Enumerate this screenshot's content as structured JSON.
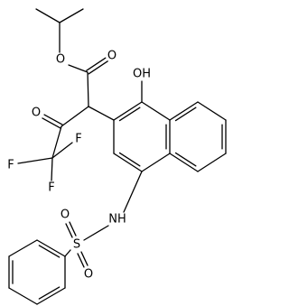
{
  "molecule": {
    "atoms": {
      "ester_o": "O",
      "carbonyl_o_ester": "O",
      "carbonyl_o_ketone": "O",
      "f1": "F",
      "f2": "F",
      "f3": "F",
      "hydroxyl": "OH",
      "amine": "NH",
      "sulfur": "S",
      "sulfonyl_o1": "O",
      "sulfonyl_o2": "O"
    }
  }
}
